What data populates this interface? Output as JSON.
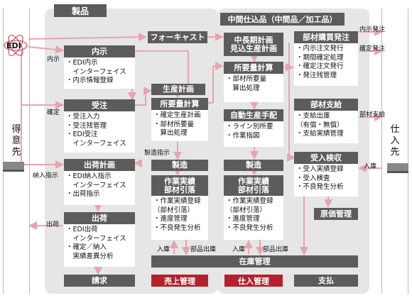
{
  "edi": "EDI",
  "left_side": [
    "得",
    "意",
    "先"
  ],
  "right_side": [
    "仕",
    "入",
    "先"
  ],
  "product_label": "製品",
  "intermediate_label": "中間仕込品（中間品／加工品）",
  "forecast": "フォーキャスト",
  "naiji": {
    "title": "内示",
    "lines": [
      "・EDI内示",
      "　インターフェイス",
      "・内示情報登録"
    ]
  },
  "juchu": {
    "title": "受注",
    "lines": [
      "・受注入力",
      "・受注残管理",
      "・EDI受注",
      "　インターフェイス"
    ]
  },
  "shukka_keikaku": {
    "title": "出荷計画",
    "lines": [
      "・EDI納入指示",
      "　インターフェイス",
      "・出荷指示"
    ]
  },
  "shukka": {
    "title": "出荷",
    "lines": [
      "・EDI出荷",
      "　インターフェイス",
      "・確定／納入",
      "　実績差異分析"
    ]
  },
  "seisan_keikaku": "生産計画",
  "shoyoryo_left": {
    "title": "所要量計算",
    "lines": [
      "・確定生産計画",
      "・部材所要量",
      "　算出処理"
    ]
  },
  "seizo_left": "製造",
  "sagyo_left": {
    "title_lines": [
      "作業実績",
      "部材引落"
    ],
    "lines": [
      "・作業実績登録",
      "（部材引落）",
      "・進度管理",
      "・不良発生分析"
    ]
  },
  "chuchoki": [
    "中長期計画",
    "見込生産計画"
  ],
  "shoyoryo_mid": {
    "title": "所要量計算",
    "lines": [
      "・部材所要量",
      "　算出処理"
    ]
  },
  "jidou": {
    "title": "自動生産手配",
    "lines": [
      "・ライン別所要",
      "・作業指図"
    ]
  },
  "seizo_mid": "製造",
  "sagyo_mid": {
    "title_lines": [
      "作業実績",
      "部材引落"
    ],
    "lines": [
      "・作業実績登録",
      "（部材引落）",
      "・進度管理",
      "・不良発生分析"
    ]
  },
  "buzai_kounyu": {
    "title": "部材購買発注",
    "lines": [
      "・内示注文発行",
      "・期間確定処理",
      "・確定注文発行",
      "・発注残管理"
    ]
  },
  "buzai_shikyu": {
    "title": "部材支給",
    "lines": [
      "・支給出庫",
      "（有償・無償）",
      "・支給実績管理"
    ]
  },
  "ukeire": {
    "title": "受入検収",
    "lines": [
      "・受入実績登録",
      "・受入検査",
      "・不良発生分析"
    ]
  },
  "genka": "原価管理",
  "zaiko": "在庫管理",
  "seikyu": "請求",
  "uriage": "売上管理",
  "shiire": "仕入管理",
  "shiharai": "支払",
  "labels": {
    "naiji": "内示",
    "kakutei": "確定",
    "nounyu": "納入指示",
    "shukka": "出荷",
    "seizo_shiji": "製造指示",
    "nyuko1": "入庫",
    "buhin1": "部品出庫",
    "nyuko2": "入庫",
    "buhin2": "部品出庫",
    "naiji_hacchu": "内示発注",
    "kakutei_hacchu": "確定発注",
    "buzai_shikyu": "部材支給",
    "nyuko_r": "入庫"
  },
  "colors": {
    "accent": "#b4202c",
    "arrow": "#e8a5ae",
    "dark": "#5c5c5c",
    "panel": "#e6e6e6"
  }
}
